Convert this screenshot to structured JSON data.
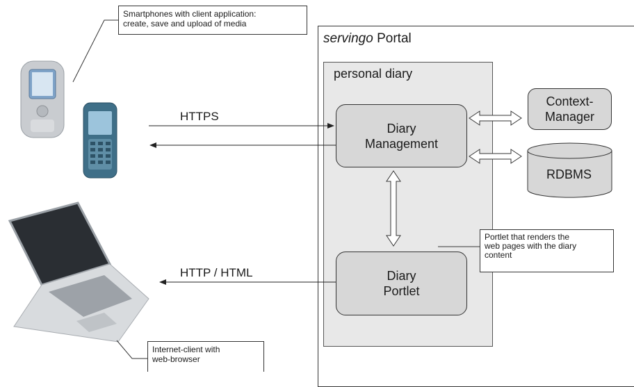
{
  "callouts": {
    "smartphones": "Smartphones with client application:\ncreate, save and upload of media",
    "internet_client": "Internet-client with\nweb-browser",
    "portlet_note": "Portlet that renders the\nweb pages with the diary\ncontent"
  },
  "portal": {
    "name_italic": "servingo",
    "name_rest": " Portal"
  },
  "personal_diary": "personal diary",
  "nodes": {
    "diary_management": "Diary\nManagement",
    "diary_portlet": "Diary\nPortlet",
    "context_manager": "Context-\nManager",
    "rdbms": "RDBMS"
  },
  "connections": {
    "https": "HTTPS",
    "http_html": "HTTP / HTML"
  },
  "colors": {
    "node_fill": "#d7d7d7",
    "container_fill": "#e8e8e8",
    "stroke": "#333333"
  }
}
